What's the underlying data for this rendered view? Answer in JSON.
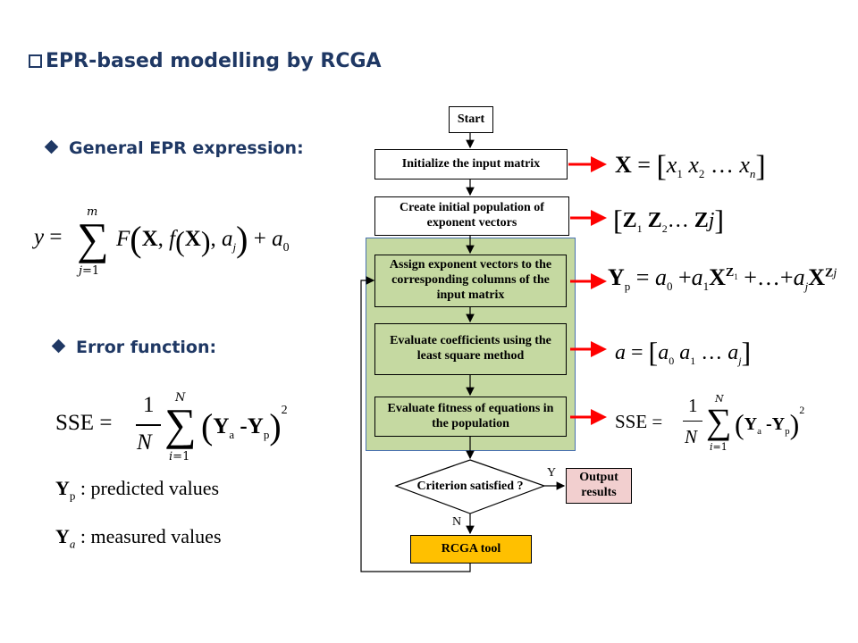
{
  "title": "EPR-based modelling by RCGA",
  "sections": {
    "general_epr": "General EPR expression:",
    "error_function": "Error function:"
  },
  "legend": {
    "yp_text": ": predicted values",
    "ya_text": ": measured values"
  },
  "flowchart": {
    "start": "Start",
    "init_matrix": "Initialize the input matrix",
    "create_pop": "Create initial population of exponent vectors",
    "assign_exp": "Assign exponent vectors to the corresponding columns of the input matrix",
    "eval_coeff": "Evaluate coefficients using the least square method",
    "eval_fitness": "Evaluate fitness of equations in the population",
    "criterion": "Criterion satisfied ?",
    "yes": "Y",
    "no": "N",
    "output": "Output results",
    "rcga": "RCGA tool"
  },
  "colors": {
    "title": "#1f3864",
    "green_panel": "#c5d9a1",
    "output_box": "#f2cfcf",
    "rcga_box": "#ffc000",
    "arrow_red": "#ff0000"
  }
}
